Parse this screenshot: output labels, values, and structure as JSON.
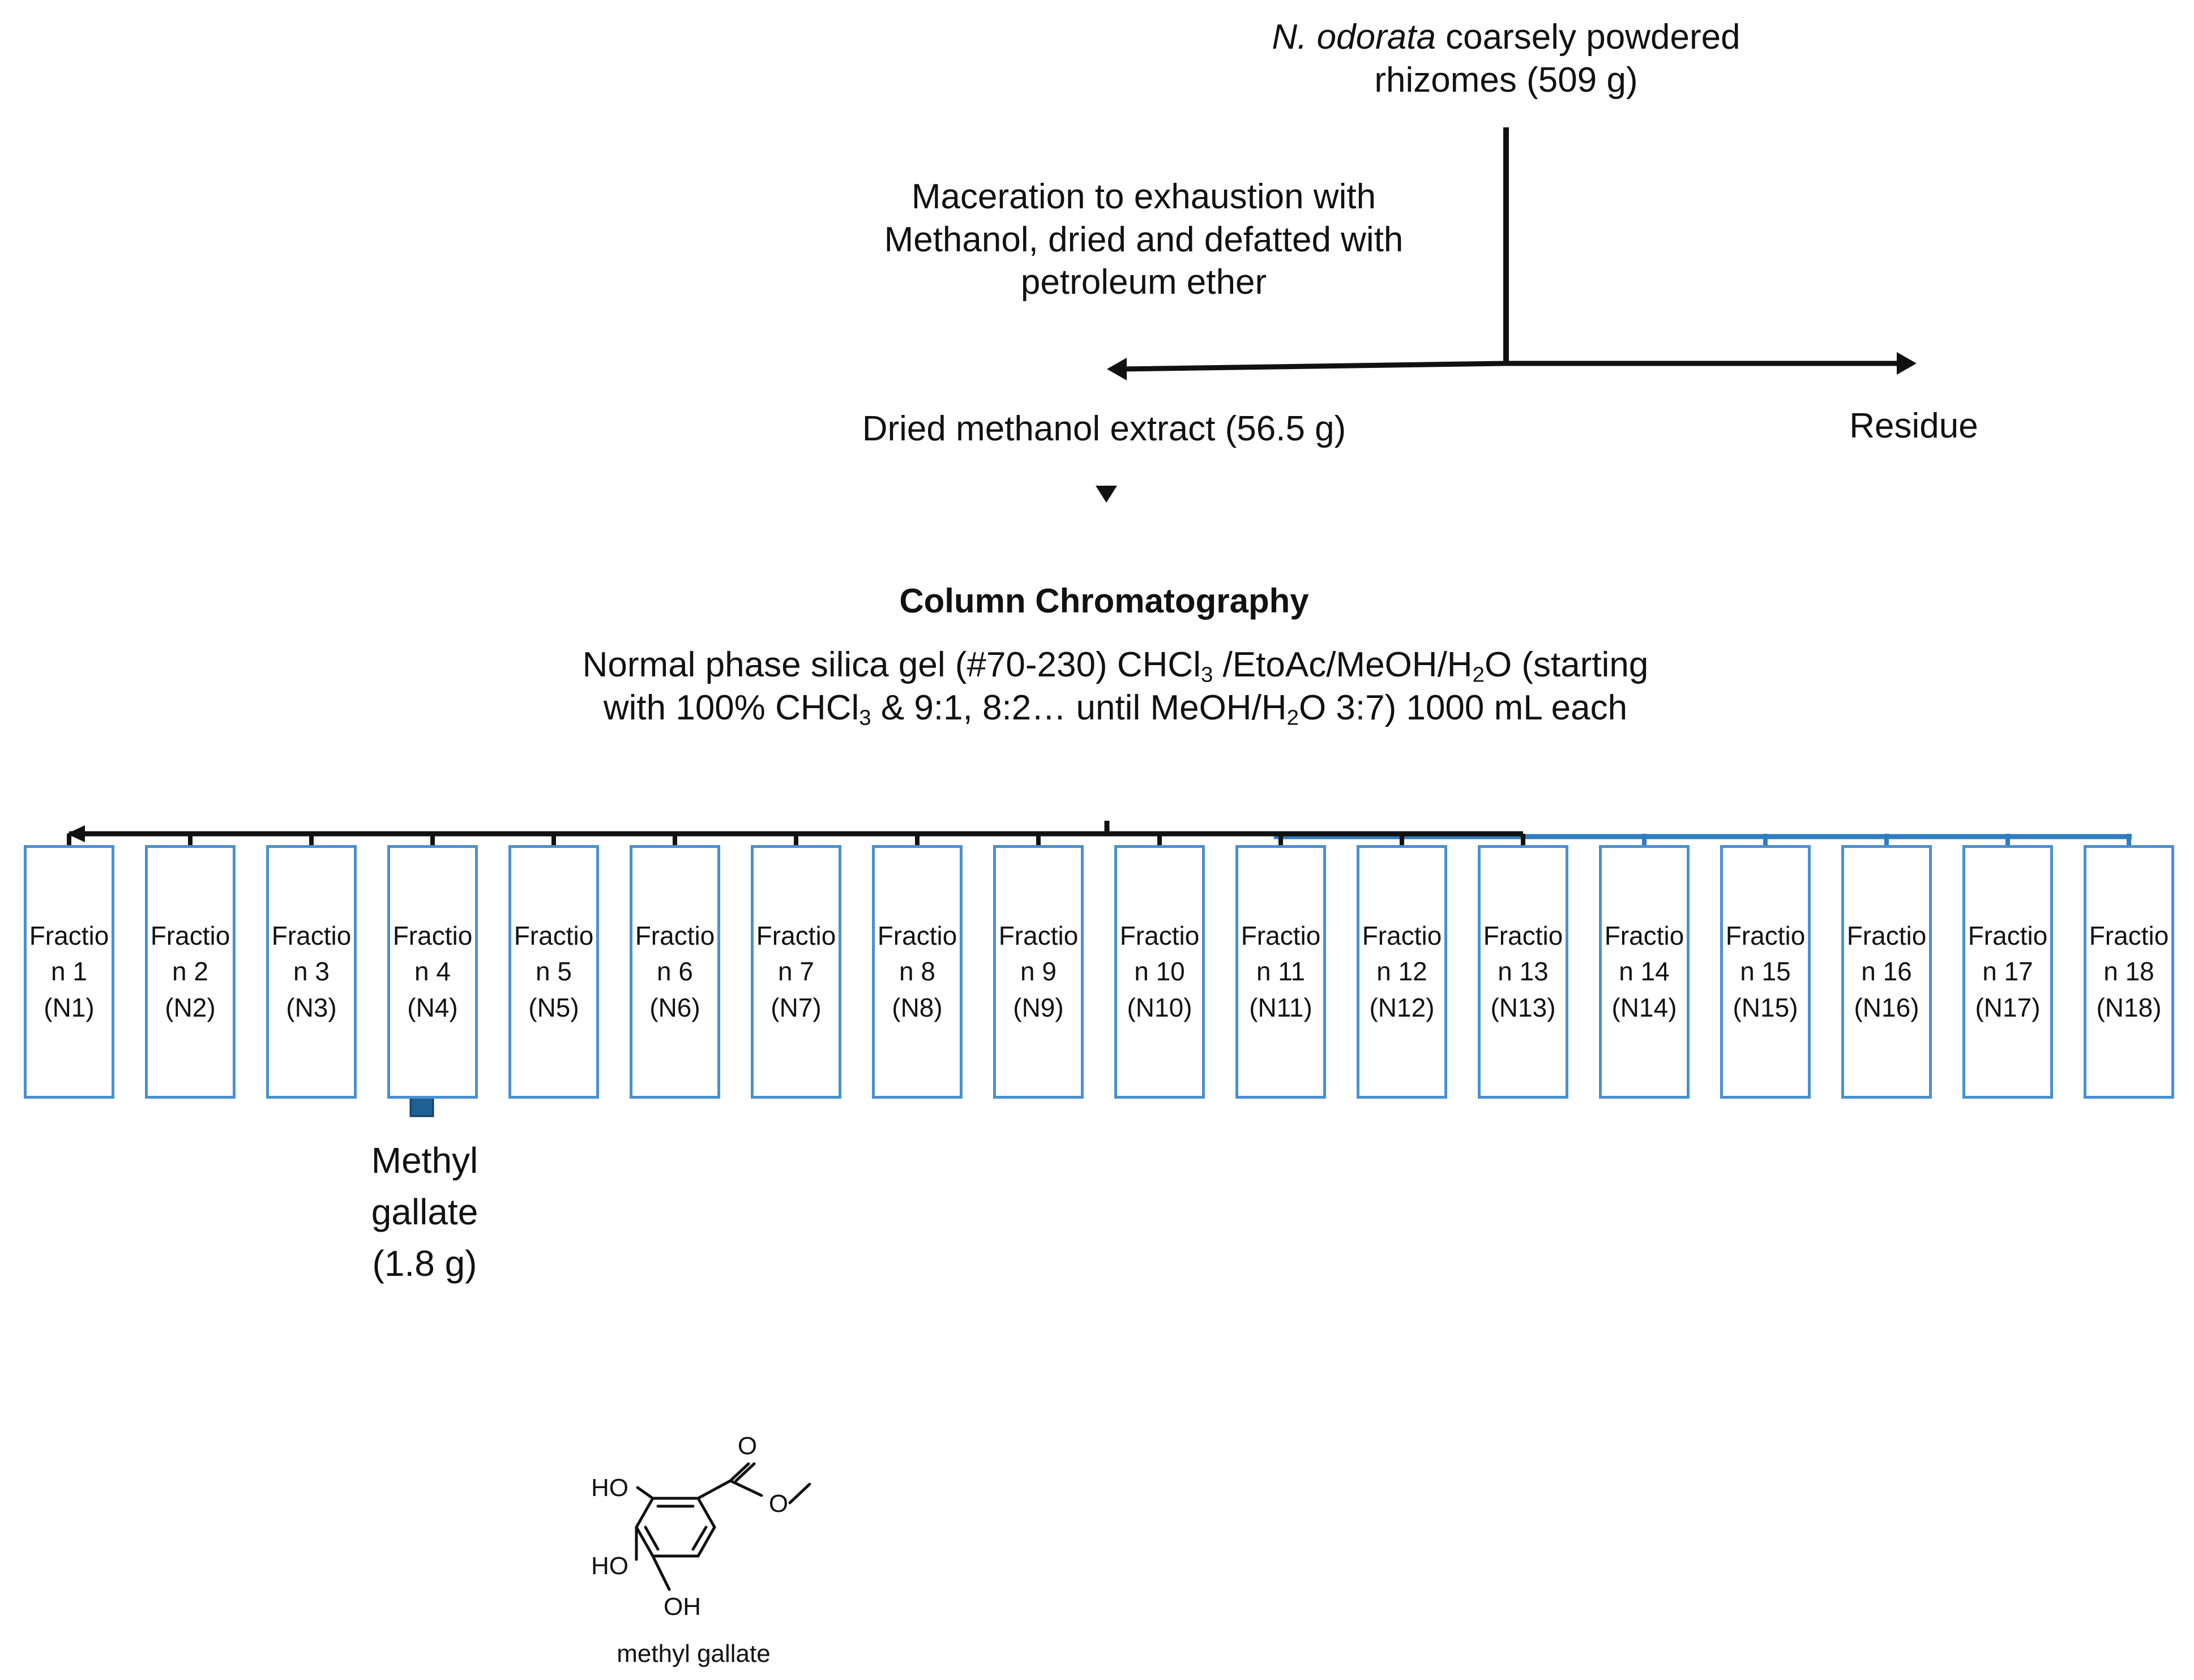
{
  "source": {
    "species": "N. odorata",
    "line1_rest": " coarsely powdered",
    "line2": "rhizomes (509 g)"
  },
  "process_step": {
    "lines": [
      "Maceration to exhaustion with",
      "Methanol, dried and defatted with",
      "petroleum ether"
    ]
  },
  "outputs": {
    "extract": "Dried methanol extract (56.5 g)",
    "residue": "Residue"
  },
  "chromatography": {
    "title": "Column Chromatography",
    "line1": {
      "a": "Normal phase silica gel (#70-230) CHCl",
      "a_sub": "3",
      "b": " /EtoAc/MeOH/H",
      "b_sub": "2",
      "c": "O (starting"
    },
    "line2": {
      "a": "with 100% CHCl",
      "a_sub": "3",
      "b": " & 9:1, 8:2… until MeOH/H",
      "b_sub": "2",
      "c": "O 3:7) 1000 mL each"
    }
  },
  "fractions": [
    {
      "label": "Fractio\nn 1\n(N1)"
    },
    {
      "label": "Fractio\nn 2\n(N2)"
    },
    {
      "label": "Fractio\nn 3\n(N3)"
    },
    {
      "label": "Fractio\nn 4\n(N4)"
    },
    {
      "label": "Fractio\nn 5\n(N5)"
    },
    {
      "label": "Fractio\nn 6\n(N6)"
    },
    {
      "label": "Fractio\nn 7\n(N7)"
    },
    {
      "label": "Fractio\nn 8\n(N8)"
    },
    {
      "label": "Fractio\nn 9\n(N9)"
    },
    {
      "label": "Fractio\nn 10\n(N10)"
    },
    {
      "label": "Fractio\nn 11\n(N11)"
    },
    {
      "label": "Fractio\nn 12\n(N12)"
    },
    {
      "label": "Fractio\nn 13\n(N13)"
    },
    {
      "label": "Fractio\nn 14\n(N14)"
    },
    {
      "label": "Fractio\nn 15\n(N15)"
    },
    {
      "label": "Fractio\nn 16\n(N16)"
    },
    {
      "label": "Fractio\nn 17\n(N17)"
    },
    {
      "label": "Fractio\nn 18\n(N18)"
    }
  ],
  "product": {
    "lines": [
      "Methyl",
      "gallate",
      "(1.8 g)"
    ],
    "structure_caption": "methyl gallate",
    "atom_labels": {
      "carbonyl_o": "O",
      "ester_o": "O",
      "ho_top": "HO",
      "ho_mid": "HO",
      "oh_bottom": "OH"
    }
  },
  "colors": {
    "line": "#111111",
    "fraction_border": "#4a90d0",
    "fraction_connector": "#2f7dc0",
    "arrow_fill": "#1f5f94"
  }
}
